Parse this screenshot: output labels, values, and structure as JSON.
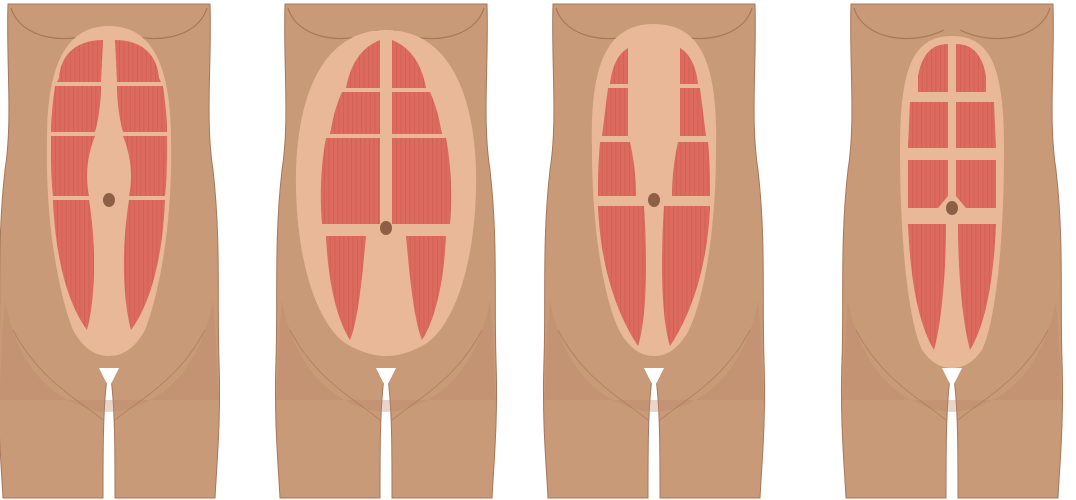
{
  "colors": {
    "background": "#ffffff",
    "skin": "#c99a78",
    "skin_shadow": "#b9876a",
    "skin_outline": "#a6775b",
    "sheath": "#e8b899",
    "muscle": "#dc6a5e",
    "muscle_fiber": "#c4544b",
    "navel": "#8e5f44",
    "gap": "#ffffff"
  },
  "figures": [
    {
      "id": "torso-1",
      "icons": [
        "torso-icon",
        "rectus-abdominis-icon",
        "navel-icon"
      ]
    },
    {
      "id": "torso-2",
      "icons": [
        "torso-icon",
        "rectus-abdominis-icon",
        "navel-icon"
      ]
    },
    {
      "id": "torso-3",
      "icons": [
        "torso-icon",
        "rectus-abdominis-icon",
        "navel-icon"
      ]
    },
    {
      "id": "torso-4",
      "icons": [
        "torso-icon",
        "rectus-abdominis-icon",
        "navel-icon"
      ]
    }
  ]
}
